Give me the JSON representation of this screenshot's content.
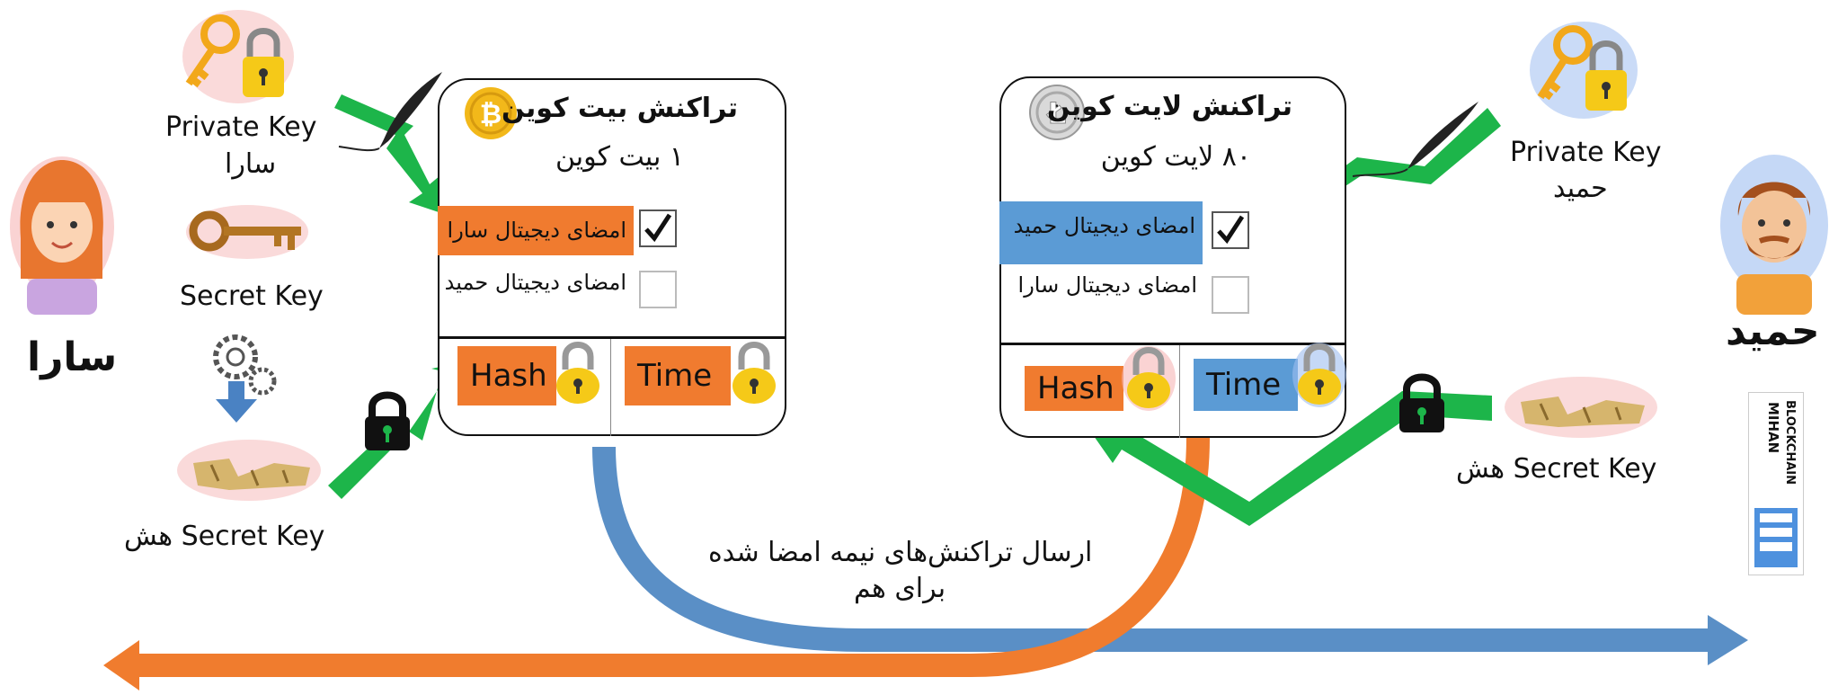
{
  "colors": {
    "green": "#1db54a",
    "blue": "#5a8fc6",
    "orange": "#f07c2e",
    "sig_orange": "#f07b2f",
    "sig_blue": "#5b9bd5",
    "gold": "#f2c21a"
  },
  "left_party": {
    "name": "سارا",
    "private_key_label": "Private Key",
    "private_key_owner": "سارا",
    "secret_key_label": "Secret Key",
    "hash_secret_label": "هش Secret Key"
  },
  "right_party": {
    "name": "حمید",
    "private_key_label": "Private Key",
    "private_key_owner": "حمید",
    "hash_secret_label": "هش Secret Key"
  },
  "bitcoin_tx": {
    "title": "تراکنش بیت کوین",
    "amount": "۱ بیت کوین",
    "sig_checked": "امضای دیجیتال سارا",
    "sig_unchecked": "امضای دیجیتال حمید",
    "hash_label": "Hash",
    "time_label": "Time"
  },
  "litecoin_tx": {
    "title": "تراکنش لایت کوین",
    "amount": "۸۰ لایت کوین",
    "sig_checked": "امضای دیجیتال حمید",
    "sig_unchecked": "امضای دیجیتال سارا",
    "hash_label": "Hash",
    "time_label": "Time"
  },
  "exchange_caption_line1": "ارسال تراکنش‌های نیمه امضا شده",
  "exchange_caption_line2": "برای هم",
  "brand": {
    "line1": "MIHAN",
    "line2": "BLOCKCHAIN"
  },
  "icons": [
    "person-female-icon",
    "person-male-icon",
    "golden-key-icon",
    "padlock-icon",
    "brass-key-icon",
    "gears-icon",
    "quill-pen-icon",
    "bitcoin-coin-icon",
    "litecoin-coin-icon",
    "black-lock-icon",
    "broken-key-icon"
  ]
}
